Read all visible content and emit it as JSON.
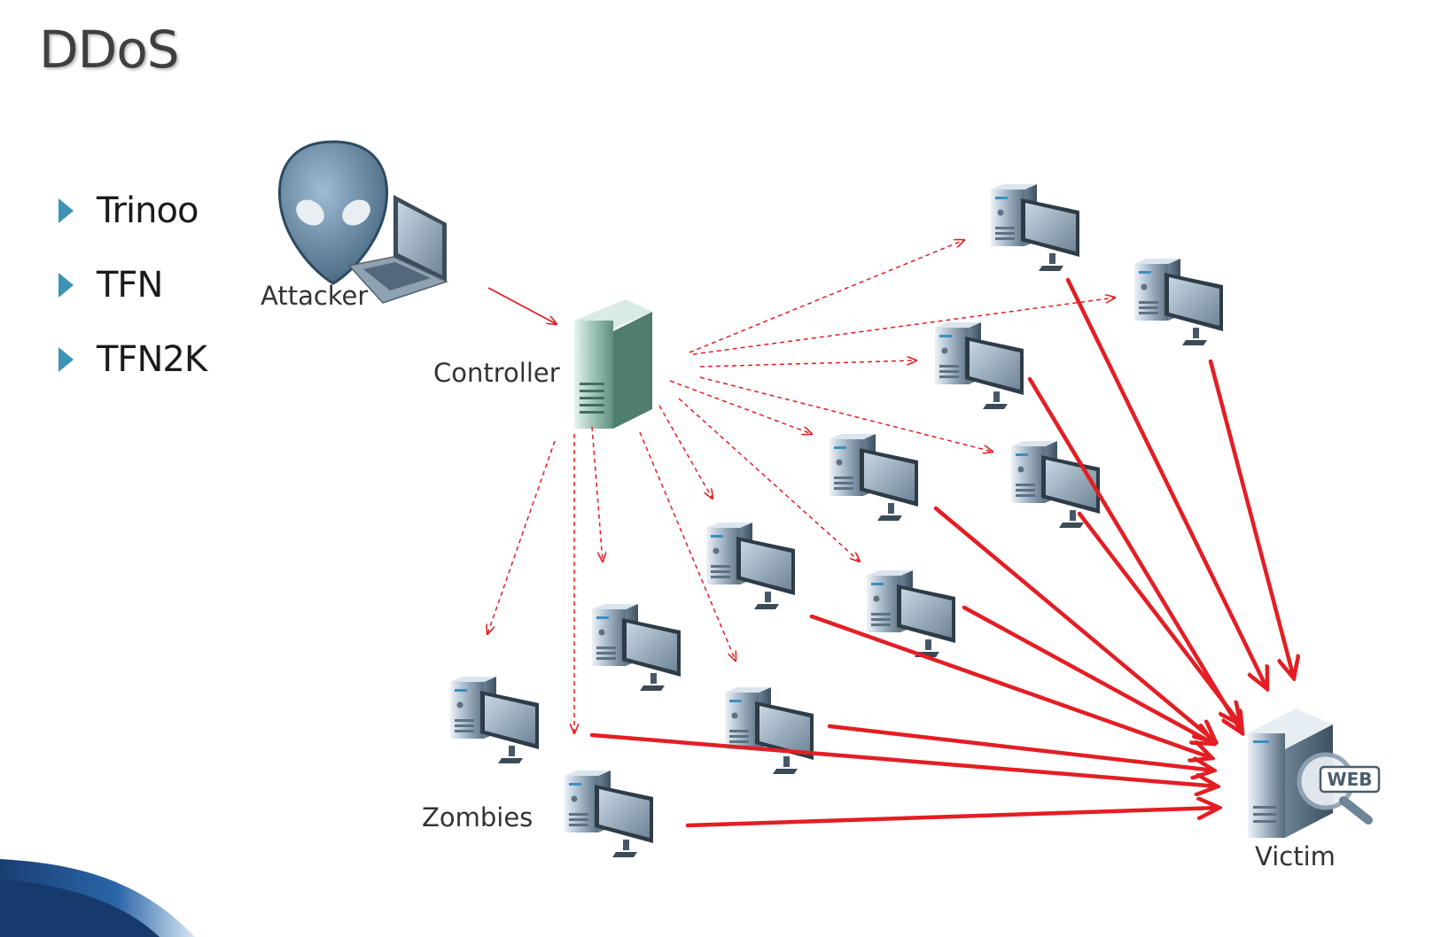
{
  "slide": {
    "title": "DDoS"
  },
  "bullets": [
    {
      "text": "Trinoo"
    },
    {
      "text": "TFN"
    },
    {
      "text": "TFN2K"
    }
  ],
  "diagram": {
    "labels": {
      "attacker": "Attacker",
      "controller": "Controller",
      "zombies": "Zombies",
      "victim": "Victim",
      "web_badge": "WEB"
    },
    "colors": {
      "arrow_red": "#e31e24",
      "bullet_blue": "#3d93b6",
      "footer_blue": "#1f4e8c"
    }
  }
}
